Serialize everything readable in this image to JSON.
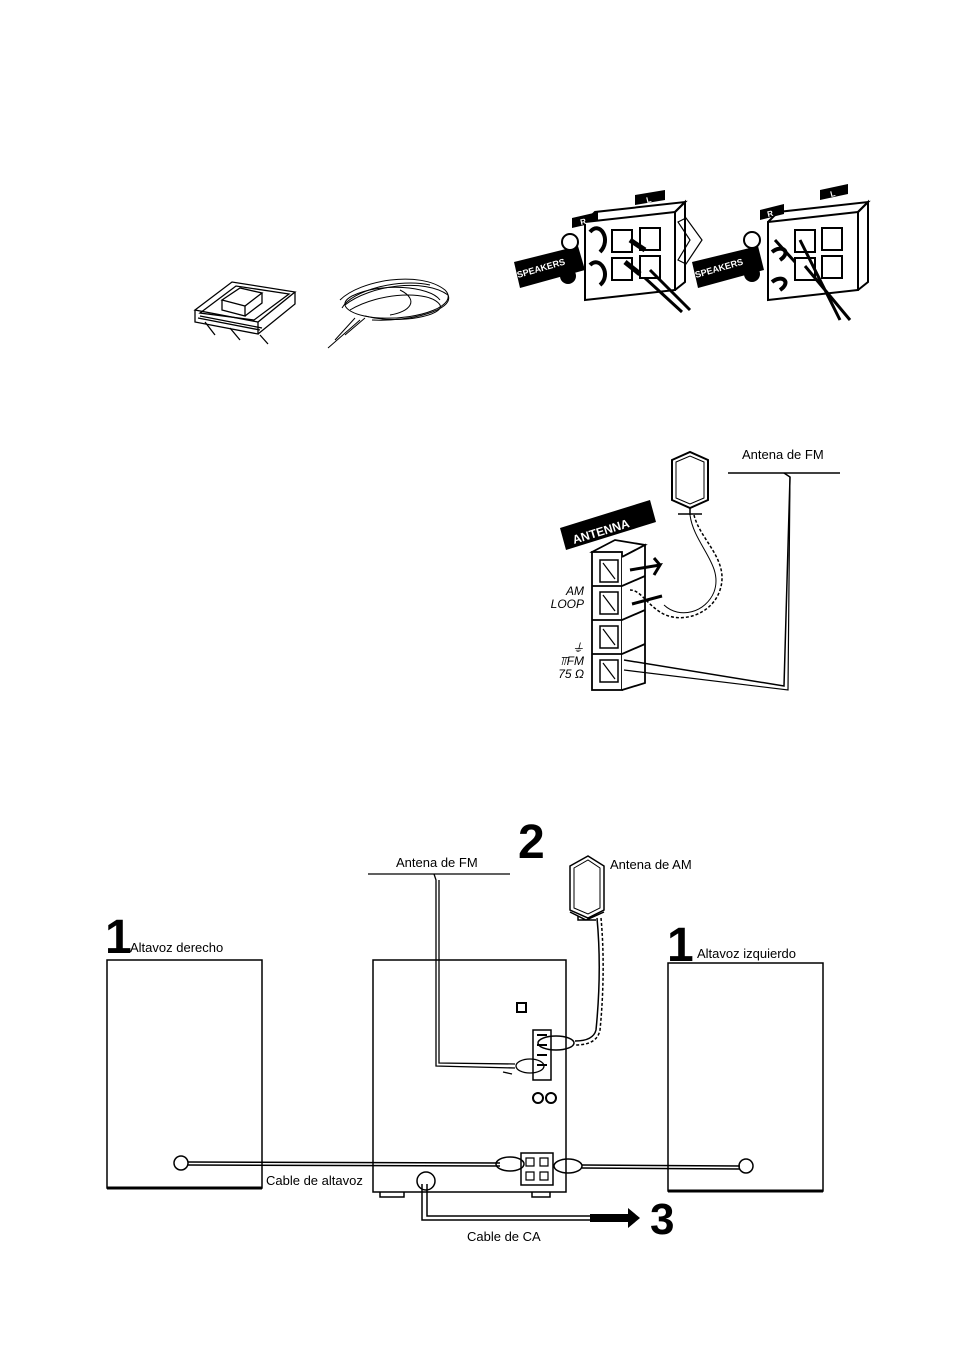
{
  "accessories": {
    "am_loop_antenna": "am-loop-antenna",
    "fm_wire_antenna": "fm-wire-antenna"
  },
  "speaker_terminal": {
    "banner": "SPEAKERS",
    "channel_r": "R",
    "channel_l": "L",
    "plus": "+",
    "minus": "−"
  },
  "antenna_terminal": {
    "banner": "ANTENNA",
    "am_label_1": "AM",
    "am_label_2": "LOOP",
    "fm_label_1": "⏚",
    "fm_label_2": "⫪FM",
    "fm_label_3": "75 Ω",
    "fm_antenna_label": "Antena de FM"
  },
  "main_diagram": {
    "step_2": "2",
    "step_1_right": "1",
    "step_1_left": "1",
    "step_3": "3",
    "fm_antenna": "Antena de FM",
    "am_antenna": "Antena de AM",
    "right_speaker": "Altavoz derecho",
    "left_speaker": "Altavoz izquierdo",
    "speaker_cable": "Cable de altavoz",
    "ac_cable": "Cable de CA"
  }
}
